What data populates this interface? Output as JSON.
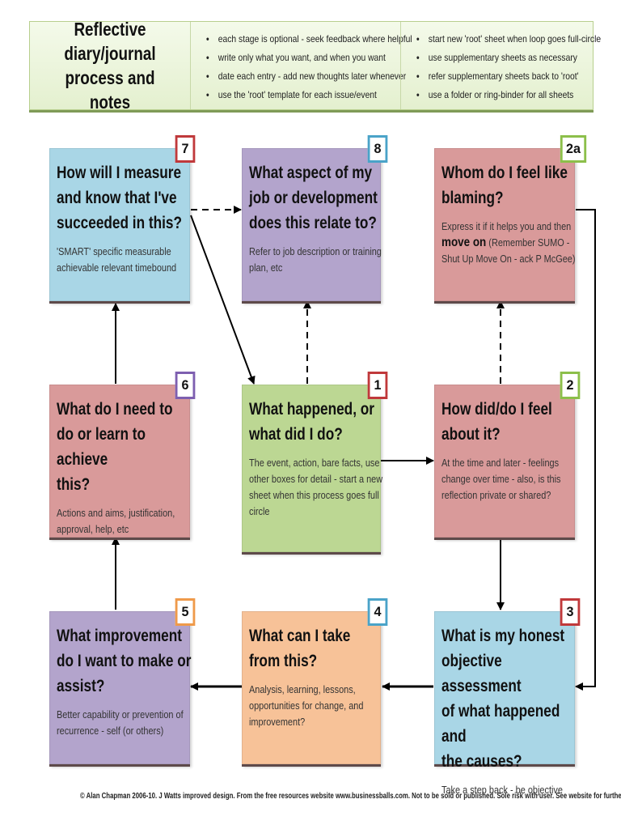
{
  "header": {
    "title": "Reflective diary/journal\nprocess and notes",
    "notes_left": [
      "each stage is optional - seek feedback where helpful",
      "write only what you want, and when you want",
      "date each entry - add new thoughts later whenever",
      "use the 'root' template for each issue/event"
    ],
    "notes_right": [
      "start new 'root' sheet when loop goes full-circle",
      "use supplementary sheets as necessary",
      "refer supplementary sheets back to 'root'",
      "use a folder or ring-binder for all sheets"
    ]
  },
  "boxes": {
    "b7": {
      "num": "7",
      "question": "How will I measure\nand know that I've\nsucceeded in this?",
      "detail": "'SMART' specific measurable\nachievable relevant timebound"
    },
    "b8": {
      "num": "8",
      "question": "What aspect of my\njob or development\ndoes this relate to?",
      "detail": "Refer to job description or training\nplan, etc"
    },
    "b2a": {
      "num": "2a",
      "question": "Whom do I feel like\nblaming?",
      "detail_pre": "Express it if it helps you and then\n",
      "detail_strong": "move on",
      "detail_post": " (Remember SUMO -\nShut Up Move On - ack P McGee)"
    },
    "b6": {
      "num": "6",
      "question": "What do I need to\ndo or learn to achieve\nthis?",
      "detail": "Actions and aims, justification,\napproval, help, etc"
    },
    "b1": {
      "num": "1",
      "question": "What happened, or\nwhat did I do?",
      "detail": "The event, action, bare facts, use\nother boxes for detail - start a new\nsheet when this process goes full\ncircle"
    },
    "b2": {
      "num": "2",
      "question": "How did/do I feel\nabout it?",
      "detail": "At the time and later - feelings\nchange over time - also, is this\nreflection private or shared?"
    },
    "b5": {
      "num": "5",
      "question": "What improvement\ndo I want to make or\nassist?",
      "detail": "Better capability or prevention of\nrecurrence -  self (or others)"
    },
    "b4": {
      "num": "4",
      "question": "What can I take\nfrom this?",
      "detail": "Analysis, learning, lessons,\nopportunities for change, and\nimprovement?"
    },
    "b3": {
      "num": "3",
      "question": "What is my honest\nobjective assessment\nof what happened and\nthe causes?",
      "detail": "Take a step back - be objective"
    }
  },
  "colors": {
    "blue": "#a9d6e6",
    "purple": "#b3a4cc",
    "pink": "#d99a9a",
    "green": "#bcd793",
    "orange": "#f7c298"
  },
  "footer": "© Alan Chapman 2006-10. J Watts improved design.  From the free resources website www.businessballs.com. Not to be sold or published. Sole risk with user. See website for further details."
}
